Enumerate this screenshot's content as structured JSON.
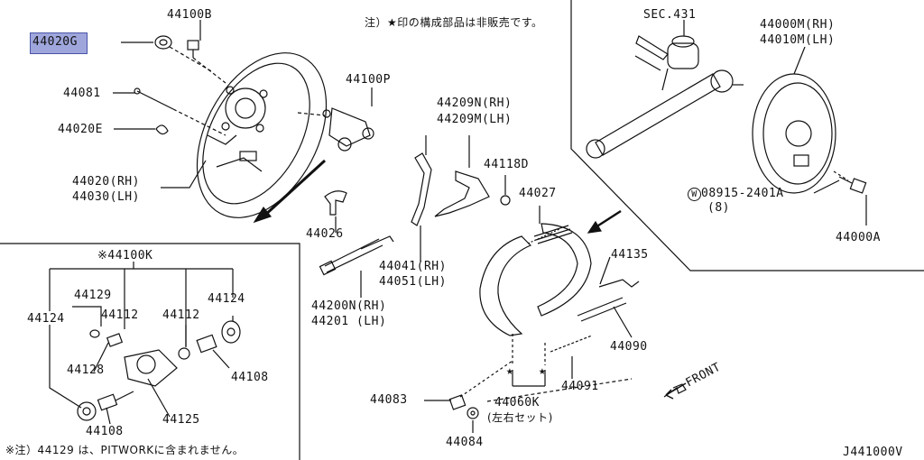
{
  "note_top": "注）★印の構成部品は非販売です。",
  "note_bottom": "※注）44129 は、PITWORKに含まれません。",
  "figure_id": "J441000V",
  "front_label": "FRONT",
  "selected_part": {
    "prefix": "44020",
    "suffix": "G"
  },
  "callouts": [
    {
      "id": "44100B",
      "text": "44100B"
    },
    {
      "id": "44081",
      "text": "44081"
    },
    {
      "id": "44020E",
      "text": "44020E"
    },
    {
      "id": "44020RH",
      "text": "44020(RH)"
    },
    {
      "id": "44030LH",
      "text": "44030(LH)"
    },
    {
      "id": "44100P",
      "text": "44100P"
    },
    {
      "id": "44026",
      "text": "44026"
    },
    {
      "id": "44209NRH",
      "text": "44209N(RH)"
    },
    {
      "id": "44209MLH",
      "text": "44209M(LH)"
    },
    {
      "id": "44118D",
      "text": "44118D"
    },
    {
      "id": "44027",
      "text": "44027"
    },
    {
      "id": "44041RH",
      "text": "44041(RH)"
    },
    {
      "id": "44051LH",
      "text": "44051(LH)"
    },
    {
      "id": "44200NRH",
      "text": "44200N(RH)"
    },
    {
      "id": "44201LH",
      "text": "44201 (LH)"
    },
    {
      "id": "44135",
      "text": "44135"
    },
    {
      "id": "44090",
      "text": "44090"
    },
    {
      "id": "44091",
      "text": "44091"
    },
    {
      "id": "44083",
      "text": "44083"
    },
    {
      "id": "44060K",
      "text": "44060K"
    },
    {
      "id": "44060Ksub",
      "text": "(左右セット)"
    },
    {
      "id": "44084",
      "text": "44084"
    },
    {
      "id": "SEC431",
      "text": "SEC.431"
    },
    {
      "id": "44000MRH",
      "text": "44000M(RH)"
    },
    {
      "id": "44010MLH",
      "text": "44010M(LH)"
    },
    {
      "id": "08915",
      "text": "08915-2401A"
    },
    {
      "id": "08915qty",
      "text": "(8)"
    },
    {
      "id": "44000A",
      "text": "44000A"
    },
    {
      "id": "44100K",
      "text": "※44100K"
    },
    {
      "id": "44129",
      "text": "44129"
    },
    {
      "id": "44124a",
      "text": "44124"
    },
    {
      "id": "44124b",
      "text": "44124"
    },
    {
      "id": "44112a",
      "text": "44112"
    },
    {
      "id": "44112b",
      "text": "44112"
    },
    {
      "id": "44128",
      "text": "44128"
    },
    {
      "id": "44108a",
      "text": "44108"
    },
    {
      "id": "44108b",
      "text": "44108"
    },
    {
      "id": "44125",
      "text": "44125"
    }
  ]
}
